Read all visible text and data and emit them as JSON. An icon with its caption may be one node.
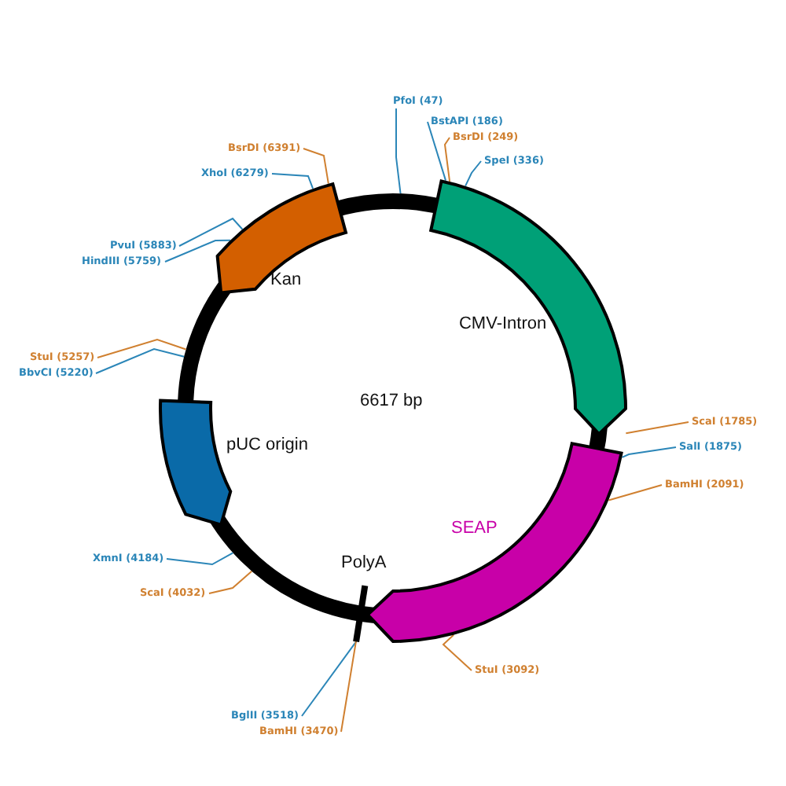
{
  "diagram": {
    "nodes": [
      {
        "text": [
          "Kan"
        ]
      },
      {
        "text": [
          "CMV-Intron"
        ]
      },
      {
        "text": [
          "SEAP"
        ]
      },
      {
        "text": [
          "PolyA"
        ]
      },
      {
        "text": [
          "pUC origin"
        ]
      },
      {
        "text": [
          "PfoI (47)"
        ]
      },
      {
        "text": [
          "BstAPI (186)"
        ]
      },
      {
        "text": [
          "BsrDI (249)"
        ]
      },
      {
        "text": [
          "SpeI (336)"
        ]
      },
      {
        "text": [
          "BsrDI (6391)"
        ]
      },
      {
        "text": [
          "XhoI (6279)"
        ]
      },
      {
        "text": [
          "PvuI (5883)"
        ]
      },
      {
        "text": [
          "HindIII (5759)"
        ]
      },
      {
        "text": [
          "StuI (5257)"
        ]
      },
      {
        "text": [
          "BbvCI (5220)"
        ]
      },
      {
        "text": [
          "ScaI (1785)"
        ]
      },
      {
        "text": [
          "SalI (1875)"
        ]
      },
      {
        "text": [
          "BamHI (2091)"
        ]
      },
      {
        "text": [
          "XmnI (4184)"
        ]
      },
      {
        "text": [
          "ScaI (4032)"
        ]
      },
      {
        "text": [
          "BglII (3518)"
        ]
      },
      {
        "text": [
          "BamHI (3470)"
        ]
      },
      {
        "text": [
          "StuI (3092)"
        ]
      }
    ],
    "edges": [
      {
        "from": 5,
        "to": null,
        "arrow": "none"
      },
      {
        "from": 6,
        "to": 1,
        "arrow": "none"
      },
      {
        "from": 7,
        "to": 1,
        "arrow": "none",
        "color": "#d08030"
      },
      {
        "from": 8,
        "to": 1,
        "arrow": "none"
      },
      {
        "from": 9,
        "to": 0,
        "arrow": "none",
        "color": "#d08030"
      },
      {
        "from": 10,
        "to": 0,
        "arrow": "none"
      },
      {
        "from": 11,
        "to": 0,
        "arrow": "none"
      },
      {
        "from": 12,
        "to": 0,
        "arrow": "none"
      },
      {
        "from": 13,
        "to": null,
        "arrow": "none",
        "color": "#d08030"
      },
      {
        "from": 14,
        "to": null,
        "arrow": "none"
      },
      {
        "from": 15,
        "to": 1,
        "arrow": "none",
        "color": "#d08030"
      },
      {
        "from": 16,
        "to": 2,
        "arrow": "none"
      },
      {
        "from": 17,
        "to": 2,
        "arrow": "none",
        "color": "#d08030"
      },
      {
        "from": 18,
        "to": null,
        "arrow": "none"
      },
      {
        "from": 19,
        "to": null,
        "arrow": "none",
        "color": "#d08030"
      },
      {
        "from": 20,
        "to": 3,
        "arrow": "none"
      },
      {
        "from": 21,
        "to": 3,
        "arrow": "none",
        "color": "#d08030"
      },
      {
        "from": 22,
        "to": 2,
        "arrow": "none",
        "color": "#d08030"
      }
    ],
    "labels": [
      "6617 bp"
    ]
  }
}
